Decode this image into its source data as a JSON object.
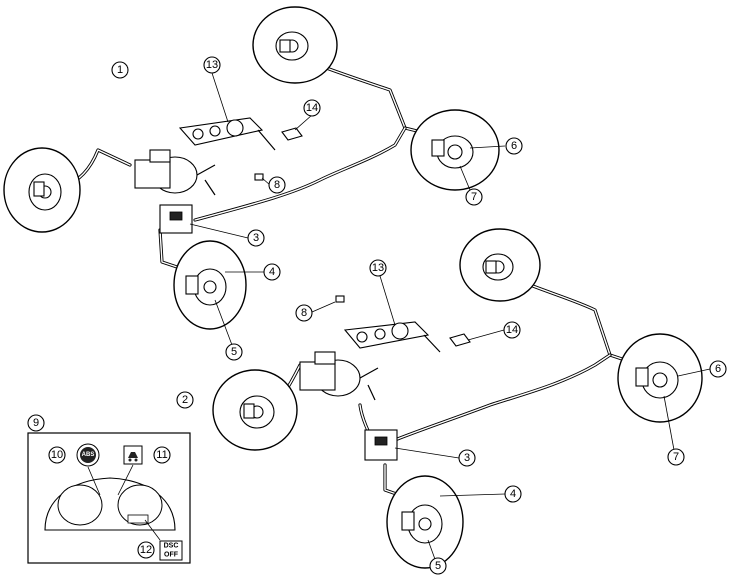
{
  "diagrams": [
    {
      "label": "1",
      "callouts": [
        "13",
        "14",
        "6",
        "7",
        "8",
        "3",
        "4",
        "5"
      ]
    },
    {
      "label": "2",
      "callouts": [
        "13",
        "14",
        "8",
        "6",
        "7",
        "3",
        "4",
        "5"
      ]
    }
  ],
  "inset": {
    "label": "9",
    "callouts": [
      "10",
      "11",
      "12"
    ],
    "abs_lamp": "ABS",
    "dsc_off_line1": "DSC",
    "dsc_off_line2": "OFF"
  },
  "colors": {
    "line": "#000000",
    "background": "#ffffff"
  }
}
